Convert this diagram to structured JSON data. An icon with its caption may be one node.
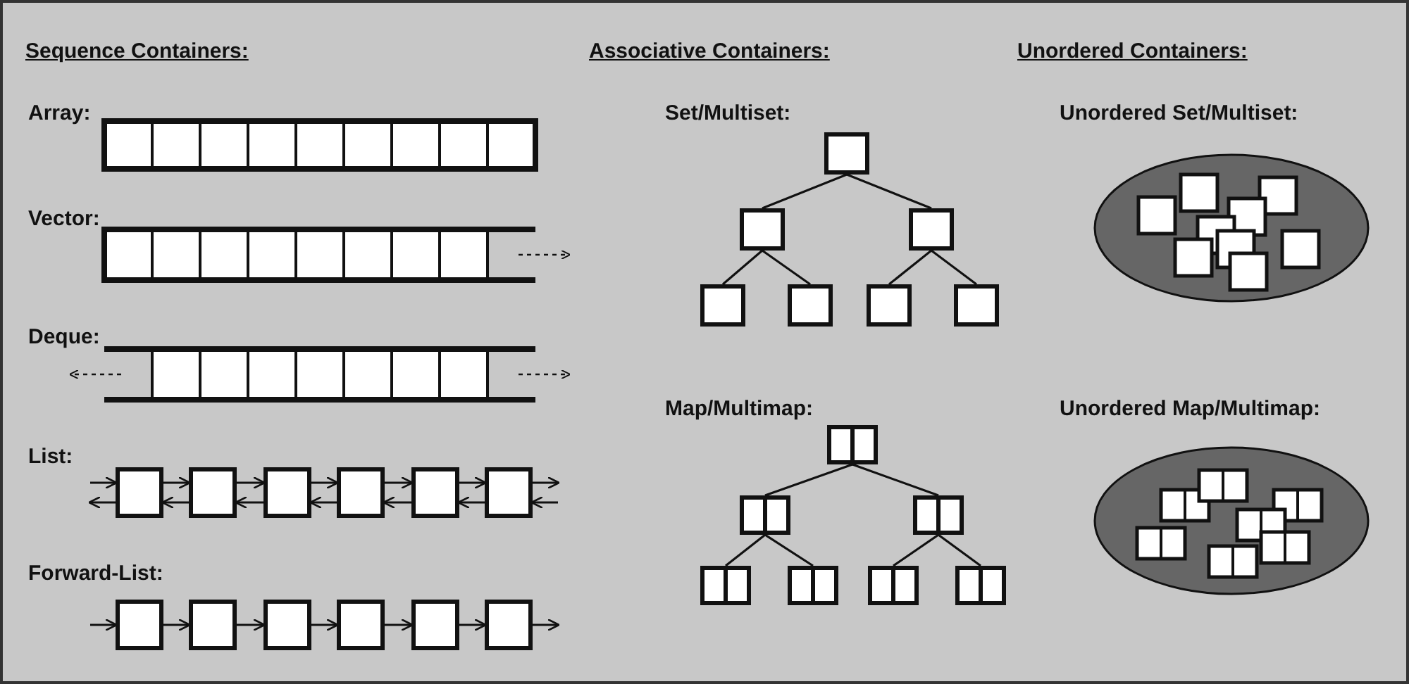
{
  "diagram": {
    "nodes": [
      {
        "text": [],
        "shape": "box"
      },
      {
        "text": [],
        "shape": "box"
      },
      {
        "text": [],
        "shape": "box"
      },
      {
        "text": [],
        "shape": "box"
      },
      {
        "text": [],
        "shape": "box"
      },
      {
        "text": [],
        "shape": "box"
      },
      {
        "text": [],
        "shape": "box"
      },
      {
        "text": [],
        "shape": "box"
      },
      {
        "text": [],
        "shape": "box"
      },
      {
        "text": [],
        "shape": "box"
      },
      {
        "text": [],
        "shape": "box"
      },
      {
        "text": [],
        "shape": "box"
      },
      {
        "text": [],
        "shape": "box"
      },
      {
        "text": [],
        "shape": "box"
      },
      {
        "text": [],
        "shape": "box"
      },
      {
        "text": [],
        "shape": "box"
      },
      {
        "text": [],
        "shape": "box"
      },
      {
        "text": [],
        "shape": "box"
      },
      {
        "text": [],
        "shape": "box"
      },
      {
        "text": [],
        "shape": "box"
      },
      {
        "text": [],
        "shape": "box"
      },
      {
        "text": [],
        "shape": "box"
      },
      {
        "text": [],
        "shape": "box"
      },
      {
        "text": [],
        "shape": "box"
      },
      {
        "text": [],
        "shape": "box"
      },
      {
        "text": [],
        "shape": "box"
      }
    ],
    "edges": [
      {
        "from": null,
        "to": 0,
        "arrow": "to"
      },
      {
        "from": 0,
        "to": null,
        "arrow": "to"
      },
      {
        "from": 0,
        "to": 1,
        "arrow": "to"
      },
      {
        "from": 1,
        "to": 0,
        "arrow": "to"
      },
      {
        "from": 1,
        "to": 2,
        "arrow": "to"
      },
      {
        "from": 2,
        "to": 1,
        "arrow": "to"
      },
      {
        "from": 2,
        "to": 3,
        "arrow": "to"
      },
      {
        "from": 3,
        "to": 2,
        "arrow": "to"
      },
      {
        "from": 3,
        "to": 4,
        "arrow": "to"
      },
      {
        "from": 4,
        "to": 3,
        "arrow": "to"
      },
      {
        "from": 4,
        "to": 5,
        "arrow": "to"
      },
      {
        "from": 5,
        "to": 4,
        "arrow": "to"
      },
      {
        "from": 5,
        "to": null,
        "arrow": "to"
      },
      {
        "from": null,
        "to": 5,
        "arrow": "to"
      },
      {
        "from": null,
        "to": 6,
        "arrow": "to"
      },
      {
        "from": 6,
        "to": 7,
        "arrow": "to"
      },
      {
        "from": 7,
        "to": 8,
        "arrow": "to"
      },
      {
        "from": 8,
        "to": 9,
        "arrow": "to"
      },
      {
        "from": 9,
        "to": 10,
        "arrow": "to"
      },
      {
        "from": 10,
        "to": 11,
        "arrow": "to"
      },
      {
        "from": 11,
        "to": null,
        "arrow": "to"
      },
      {
        "from": 12,
        "to": 13,
        "arrow": "none"
      },
      {
        "from": 12,
        "to": 14,
        "arrow": "none"
      },
      {
        "from": 13,
        "to": 15,
        "arrow": "none"
      },
      {
        "from": 13,
        "to": 16,
        "arrow": "none"
      },
      {
        "from": 14,
        "to": 17,
        "arrow": "none"
      },
      {
        "from": 14,
        "to": 18,
        "arrow": "none"
      },
      {
        "from": 19,
        "to": 20,
        "arrow": "none"
      },
      {
        "from": 19,
        "to": 21,
        "arrow": "none"
      },
      {
        "from": 20,
        "to": 22,
        "arrow": "none"
      },
      {
        "from": 20,
        "to": 23,
        "arrow": "none"
      },
      {
        "from": 21,
        "to": 24,
        "arrow": "none"
      },
      {
        "from": 21,
        "to": 25,
        "arrow": "none"
      }
    ],
    "labels": [
      "Sequence Containers:",
      "Array:",
      "Vector:",
      "Deque:",
      "List:",
      "Forward-List:",
      "Associative Containers:",
      "Set/Multiset:",
      "Map/Multimap:",
      "Unordered Containers:",
      "Unordered Set/Multiset:",
      "Unordered Map/Multimap:"
    ]
  }
}
